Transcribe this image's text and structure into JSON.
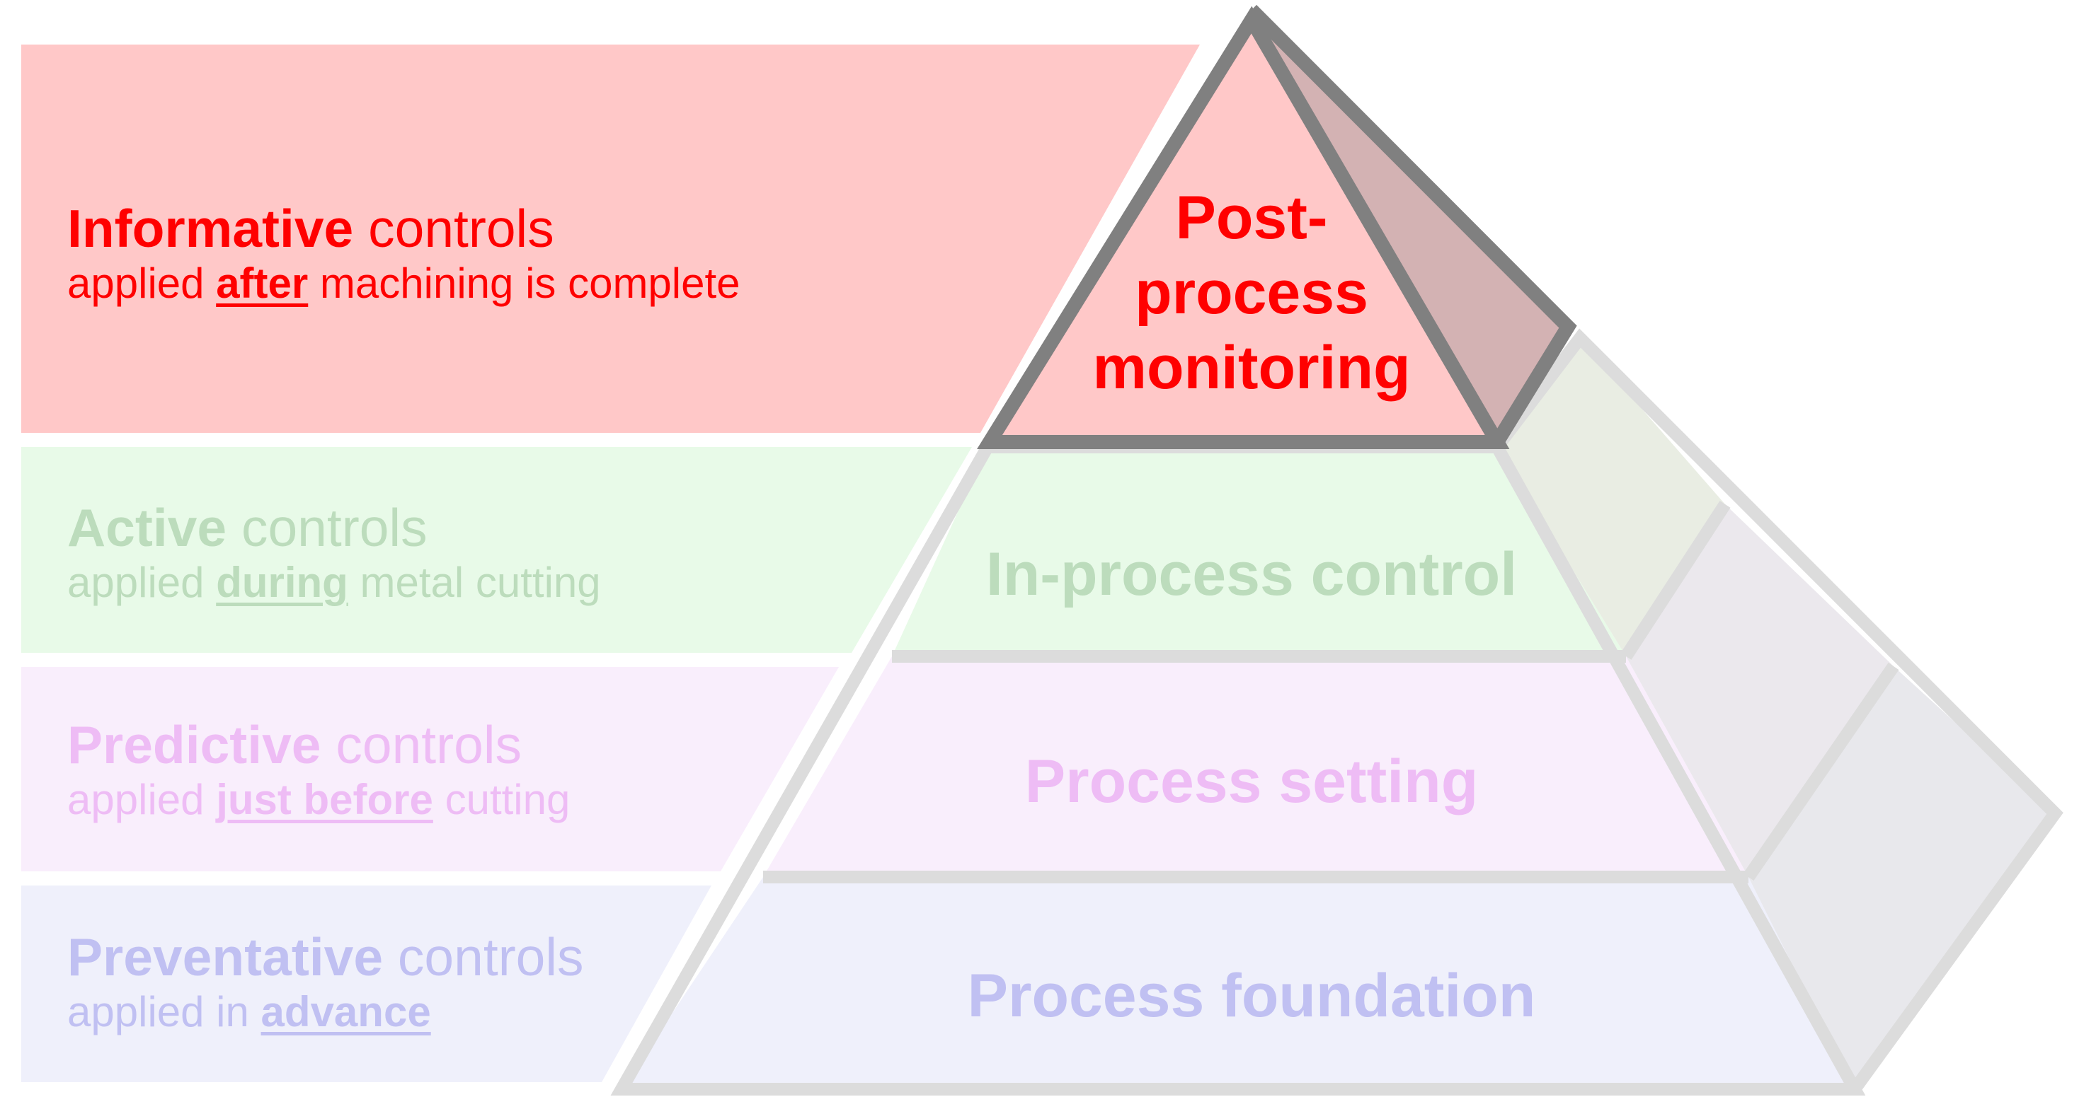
{
  "colors": {
    "informative_fill": "#ffc8c8",
    "informative_text": "#ff0000",
    "active_fill": "#e8fae8",
    "active_text": "#bcdcbc",
    "predictive_fill": "#f9eefc",
    "predictive_text": "#eebcf5",
    "preventative_fill": "#eff0fb",
    "preventative_text": "#c0c0f2",
    "outline_active": "#808080",
    "outline_faded": "#dcdcdc"
  },
  "tiers": [
    {
      "id": "informative",
      "strong": "Informative",
      "rest": " controls",
      "line2_prefix": "applied ",
      "line2_emph": "after",
      "line2_suffix": " machining is complete",
      "pyramid_label_lines": [
        "Post-",
        "process",
        "monitoring"
      ]
    },
    {
      "id": "active",
      "strong": "Active",
      "rest": " controls",
      "line2_prefix": "applied ",
      "line2_emph": "during",
      "line2_suffix": " metal cutting",
      "pyramid_label": "In-process control"
    },
    {
      "id": "predictive",
      "strong": "Predictive",
      "rest": " controls",
      "line2_prefix": "applied ",
      "line2_emph": "just before",
      "line2_suffix": " cutting",
      "pyramid_label": "Process setting"
    },
    {
      "id": "preventative",
      "strong": "Preventative",
      "rest": " controls",
      "line2_prefix": "applied in ",
      "line2_emph": "advance",
      "line2_suffix": "",
      "pyramid_label": "Process foundation"
    }
  ]
}
